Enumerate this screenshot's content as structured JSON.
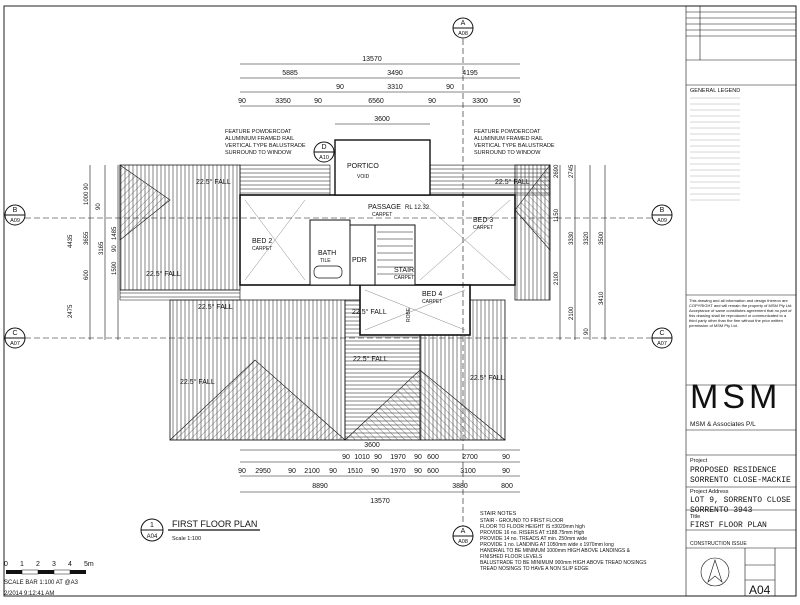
{
  "sheet": {
    "title": "FIRST FLOOR PLAN",
    "scale_note": "Scale 1:100",
    "drawing_number": "1",
    "drawing_ref": "A04",
    "scale_bar_label": "SCALE BAR 1:100 AT @A3",
    "scale_ticks": [
      "0",
      "1",
      "2",
      "3",
      "4",
      "5m"
    ],
    "timestamp": "2/2014 9:12:41 AM"
  },
  "dimensions_top": {
    "overall": "13570",
    "row1": [
      "5885",
      "3490",
      "4195"
    ],
    "row2": [
      "90",
      "3310",
      "90"
    ],
    "row3": [
      "90",
      "3350",
      "90",
      "6560",
      "90",
      "3300",
      "90"
    ],
    "portico": "3600"
  },
  "dimensions_bottom": {
    "row1": [
      "90",
      "1010",
      "90",
      "1970",
      "90",
      "600",
      "2700",
      "90"
    ],
    "row1_top": "3600",
    "row2": [
      "90",
      "2950",
      "90",
      "2100",
      "90",
      "1510",
      "90",
      "1970",
      "90",
      "600",
      "3100",
      "90"
    ],
    "row3": [
      "8890",
      "3880",
      "800"
    ],
    "overall": "13570"
  },
  "dimensions_left": [
    "90",
    "1000",
    "90",
    "3655",
    "3165",
    "1485",
    "90",
    "1590",
    "4435",
    "600",
    "2475"
  ],
  "dimensions_right": [
    "2690",
    "1150",
    "2745",
    "3330",
    "3320",
    "3500",
    "2100",
    "3410",
    "2100",
    "90"
  ],
  "section_markers": [
    {
      "letter": "A",
      "ref": "A08",
      "pos": "top"
    },
    {
      "letter": "B",
      "ref": "A09",
      "pos": "left"
    },
    {
      "letter": "B",
      "ref": "A09",
      "pos": "right"
    },
    {
      "letter": "C",
      "ref": "A07",
      "pos": "left"
    },
    {
      "letter": "C",
      "ref": "A07",
      "pos": "right"
    },
    {
      "letter": "D",
      "ref": "A10",
      "pos": "portico"
    },
    {
      "letter": "A",
      "ref": "A08",
      "pos": "bottom"
    }
  ],
  "rooms": {
    "portico": "PORTICO",
    "portico_sub": "VOID",
    "passage": "PASSAGE",
    "passage_sub": "CARPET",
    "passage_rl": "RL 12.32",
    "bed2": "BED 2",
    "bed2_sub": "CARPET",
    "bed3": "BED 3",
    "bed3_sub": "CARPET",
    "bed4": "BED 4",
    "bed4_sub": "CARPET",
    "bath": "BATH",
    "bath_sub": "TILE",
    "stair": "STAIR",
    "stair_sub": "CARPET",
    "pdr": "PDR",
    "robe": "ROBE"
  },
  "fall_labels": [
    "22.5° FALL",
    "22.5° FALL",
    "22.5° FALL",
    "22.5° FALL",
    "22.5° FALL",
    "22.5° FALL",
    "22.5° FALL",
    "22.5° FALL"
  ],
  "notes": {
    "balustrade_left": [
      "FEATURE POWDERCOAT",
      "ALUMINIUM FRAMED RAIL",
      "VERTICAL TYPE BALUSTRADE",
      "SURROUND TO WINDOW"
    ],
    "balustrade_right": [
      "FEATURE POWDERCOAT",
      "ALUMINIUM FRAMED RAIL",
      "VERTICAL TYPE BALUSTRADE",
      "SURROUND TO WINDOW"
    ],
    "stair_title": "STAIR NOTES",
    "stair_lines": [
      "STAIR - GROUND TO FIRST FLOOR",
      "FLOOR TO FLOOR HEIGHT IS ±3020mm high",
      "PROVIDE 16 no. RISERS AT ±188.75mm High",
      "PROVIDE 14 no. TREADS AT min. 250mm wide",
      "PROVIDE 1 no. LANDING AT 1050mm wide x 1970mm long",
      "HANDRAIL TO BE MINIMUM 1000mm HIGH ABOVE LANDINGS &",
      "FINISHED FLOOR LEVELS",
      "BALUSTRADE TO BE MINIMUM 900mm HIGH ABOVE TREAD NOSINGS",
      "TREAD NOSINGS TO HAVE A NON SLIP EDGE"
    ]
  },
  "title_block": {
    "general_legend": "GENERAL LEGEND",
    "firm_logo": "MSM",
    "firm_name": "MSM & Associates P/L",
    "project_label": "Project",
    "project": [
      "PROPOSED RESIDENCE",
      "SORRENTO CLOSE-MACKIE"
    ],
    "address_label": "Project Address",
    "address": [
      "LOT 9, SORRENTO CLOSE",
      "SORRENTO 3943"
    ],
    "title_label": "Title",
    "title": "FIRST FLOOR PLAN",
    "construction_issue": "CONSTRUCTION ISSUE",
    "sheet_no": "A04",
    "copyright": "This drawing and all information and design thereon are COPYRIGHT and will remain the property of MSM Pty Ltd. Acceptance of same constitutes agreement that no part of this drawing shall be reproduced or communicated to a third party other than the firm without the prior written permission of MSM Pty Ltd."
  },
  "colors": {
    "line": "#111111",
    "hatch": "#333333",
    "paper": "#ffffff"
  }
}
